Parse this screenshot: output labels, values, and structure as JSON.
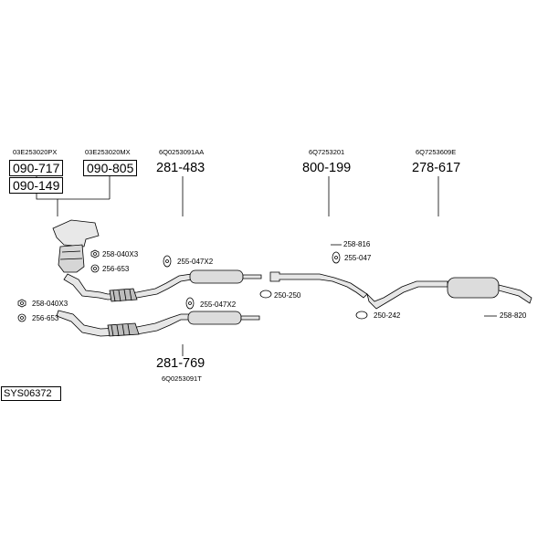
{
  "oem_codes": {
    "cat1": "03E253020PX",
    "cat2": "03E253020MX",
    "front": "6Q0253091AA",
    "mid": "6Q7253201",
    "rear": "6Q7253609E",
    "front_alt": "6Q0253091T"
  },
  "parts": {
    "p090717": "090-717",
    "p090805": "090-805",
    "p090149": "090-149",
    "p281483": "281-483",
    "p800199": "800-199",
    "p278617": "278-617",
    "p281769": "281-769"
  },
  "accessories": {
    "a258040_top": "258-040X3",
    "a256653_top": "256-653",
    "a255047x2_top": "255-047X2",
    "a258816": "258-816",
    "a255047": "255-047",
    "a250250": "250-250",
    "a250242": "250-242",
    "a258820": "258-820",
    "a258040_bot": "258-040X3",
    "a256653_bot": "256-653",
    "a255047x2_bot": "255-047X2"
  },
  "system_code": "SYS06372"
}
